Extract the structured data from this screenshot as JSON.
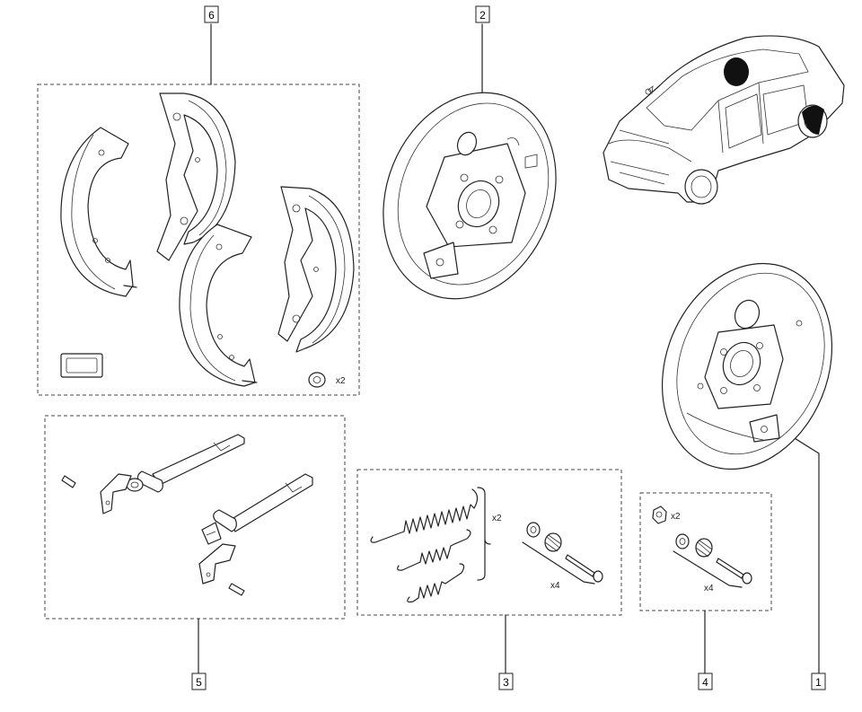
{
  "labels": {
    "kit6": "6",
    "kit2": "2",
    "kit1": "1",
    "kit5": "5",
    "kit3": "3",
    "kit4": "4"
  },
  "quantities": {
    "kit6_adjuster_nut": "x2",
    "kit3_return_springs": "x2",
    "kit3_hold_down_set": "x4",
    "kit4_nut": "x2",
    "kit4_hold_down_set": "x4"
  }
}
